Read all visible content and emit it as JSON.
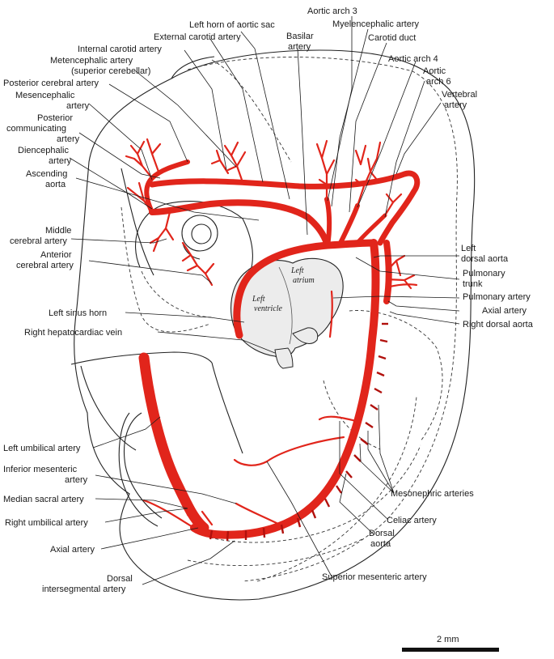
{
  "labels": {
    "left_horn_aortic_sac": "Left horn of aortic sac",
    "aortic_arch_3": "Aortic arch 3",
    "myelencephalic_artery": "Myelencephalic artery",
    "external_carotid_artery": "External carotid artery",
    "basilar_artery": "Basilar\nartery",
    "carotid_duct": "Carotid duct",
    "internal_carotid_artery": "Internal carotid artery",
    "metencephalic_artery": "Metencephalic artery\n(superior cerebellar)",
    "aortic_arch_4": "Aortic arch 4",
    "posterior_cerebral_artery": "Posterior cerebral artery",
    "aortic_arch_6": "Aortic\narch 6",
    "mesencephalic_artery": "Mesencephalic\nartery",
    "vertebral_artery": "Vertebral\nartery",
    "posterior_communicating_artery": "Posterior\ncommunicating\nartery",
    "diencephalic_artery": "Diencephalic\nartery",
    "ascending_aorta": "Ascending\naorta",
    "middle_cerebral_artery": "Middle\ncerebral artery",
    "anterior_cerebral_artery": "Anterior\ncerebral artery",
    "left_dorsal_aorta": "Left\ndorsal aorta",
    "pulmonary_trunk": "Pulmonary\ntrunk",
    "pulmonary_artery": "Pulmonary artery",
    "axial_artery_upper": "Axial artery",
    "right_dorsal_aorta": "Right dorsal aorta",
    "left_sinus_horn": "Left sinus horn",
    "right_hepatocardiac_vein": "Right hepatocardiac vein",
    "left_umbilical_artery": "Left umbilical artery",
    "inferior_mesenteric_artery": "Inferior mesenteric\nartery",
    "median_sacral_artery": "Median sacral artery",
    "right_umbilical_artery": "Right umbilical artery",
    "axial_artery_lower": "Axial artery",
    "dorsal_intersegmental_artery": "Dorsal\nintersegmental artery",
    "mesonephric_arteries": "Mesonephric arteries",
    "celiac_artery": "Celiac artery",
    "dorsal_aorta": "Dorsal\naorta",
    "superior_mesenteric_artery": "Superior mesenteric artery"
  },
  "organs": {
    "left_atrium": "Left\natrium",
    "left_ventricle": "Left\nventricle"
  },
  "scale_bar": {
    "label": "2 mm"
  },
  "colors": {
    "artery": "#e1251b",
    "outline": "#222222",
    "heart_fill": "#ececec"
  }
}
